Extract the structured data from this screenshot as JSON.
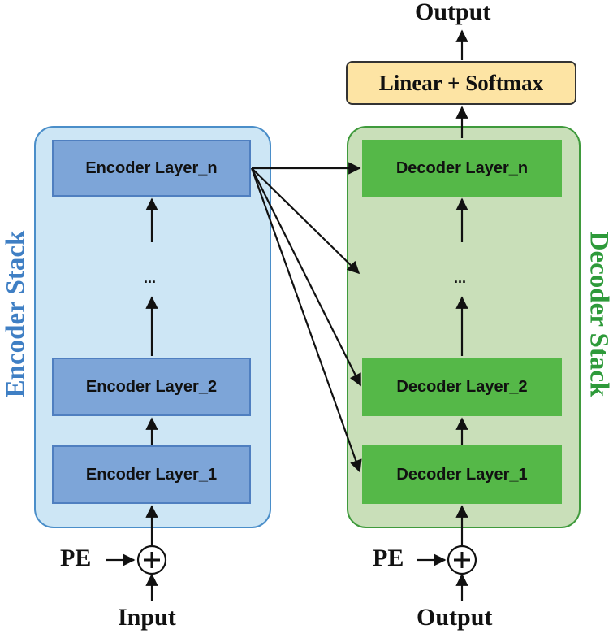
{
  "title_output": "Output",
  "linear_softmax": "Linear + Softmax",
  "encoder": {
    "stack_label": "Encoder Stack",
    "layers": [
      "Encoder Layer_n",
      "...",
      "Encoder Layer_2",
      "Encoder Layer_1"
    ],
    "pe_label": "PE",
    "input_label": "Input"
  },
  "decoder": {
    "stack_label": "Decoder Stack",
    "layers": [
      "Decoder Layer_n",
      "...",
      "Decoder Layer_2",
      "Decoder Layer_1"
    ],
    "pe_label": "PE",
    "input_label": "Output"
  },
  "colors": {
    "encoder_stack_fill": "#cde6f5",
    "encoder_layer_fill": "#7da5d8",
    "decoder_stack_fill": "#c9dfb9",
    "decoder_layer_fill": "#55b848",
    "linear_fill": "#fde4a4",
    "encoder_text": "#3f7fc4",
    "decoder_text": "#2e9a3a"
  }
}
